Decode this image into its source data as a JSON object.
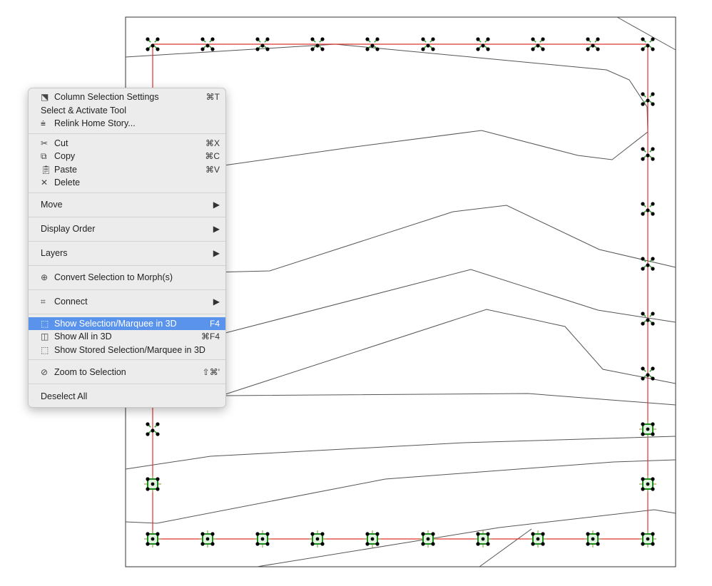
{
  "menu": {
    "groups": [
      [
        {
          "icon": "column-settings-icon",
          "label": "Column Selection Settings",
          "shortcut": "⌘T"
        },
        {
          "icon": "",
          "label": "Select & Activate Tool",
          "shortcut": ""
        },
        {
          "icon": "relink-story-icon",
          "label": "Relink Home Story...",
          "shortcut": ""
        }
      ],
      [
        {
          "icon": "cut-icon",
          "label": "Cut",
          "shortcut": "⌘X"
        },
        {
          "icon": "copy-icon",
          "label": "Copy",
          "shortcut": "⌘C"
        },
        {
          "icon": "paste-icon",
          "label": "Paste",
          "shortcut": "⌘V"
        },
        {
          "icon": "delete-icon",
          "label": "Delete",
          "shortcut": ""
        }
      ],
      [
        {
          "icon": "",
          "label": "Move",
          "shortcut": "▶",
          "submenu": true
        }
      ],
      [
        {
          "icon": "",
          "label": "Display Order",
          "shortcut": "▶",
          "submenu": true
        }
      ],
      [
        {
          "icon": "",
          "label": "Layers",
          "shortcut": "▶",
          "submenu": true
        }
      ],
      [
        {
          "icon": "morph-icon",
          "label": "Convert Selection to Morph(s)",
          "shortcut": "",
          "submenu": true
        }
      ],
      [
        {
          "icon": "connect-icon",
          "label": "Connect",
          "shortcut": "▶",
          "submenu": true
        }
      ],
      [
        {
          "icon": "show-selection-3d-icon",
          "label": "Show Selection/Marquee in 3D",
          "shortcut": "F4",
          "highlighted": true
        },
        {
          "icon": "show-all-3d-icon",
          "label": "Show All in 3D",
          "shortcut": "⌘F4"
        },
        {
          "icon": "show-stored-3d-icon",
          "label": "Show Stored Selection/Marquee in 3D",
          "shortcut": ""
        }
      ],
      [
        {
          "icon": "zoom-selection-icon",
          "label": "Zoom to Selection",
          "shortcut": "⇧⌘'",
          "submenu": true
        }
      ],
      [
        {
          "icon": "",
          "label": "Deselect All",
          "shortcut": "",
          "submenu": true
        }
      ]
    ]
  },
  "colors": {
    "grid_line": "#e0302e",
    "highlight": "#5a93ec",
    "selection": "#1a8a1a"
  }
}
